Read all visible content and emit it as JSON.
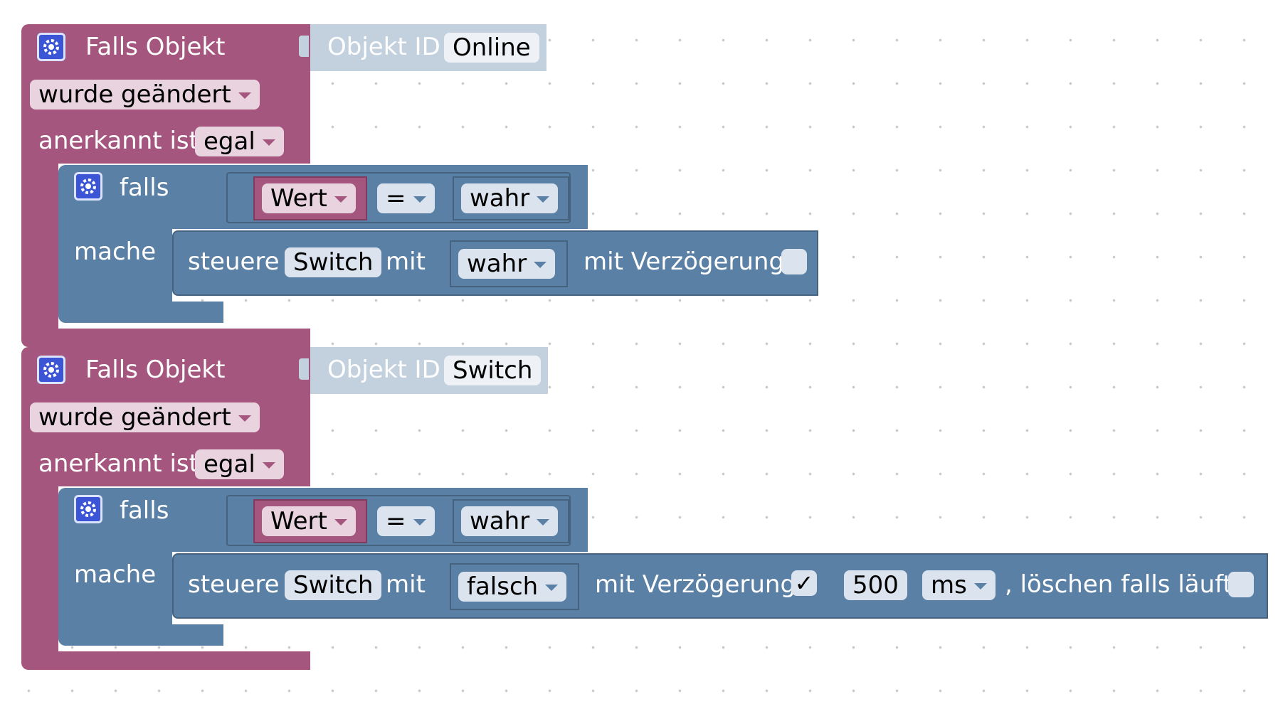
{
  "blocks": [
    {
      "trigger": {
        "label": "Falls Objekt",
        "object_label": "Objekt ID",
        "object_id": "Online",
        "change_option": "wurde geändert",
        "ack_label": "anerkannt ist",
        "ack_option": "egal"
      },
      "if_block": {
        "if_label": "falls",
        "do_label": "mache",
        "compare_left": "Wert",
        "operator": "=",
        "compare_right": "wahr"
      },
      "action": {
        "label": "steuere",
        "target": "Switch",
        "with_label": "mit",
        "value": "wahr",
        "delay_label": "mit Verzögerung",
        "delay_checked": false
      }
    },
    {
      "trigger": {
        "label": "Falls Objekt",
        "object_label": "Objekt ID",
        "object_id": "Switch",
        "change_option": "wurde geändert",
        "ack_label": "anerkannt ist",
        "ack_option": "egal"
      },
      "if_block": {
        "if_label": "falls",
        "do_label": "mache",
        "compare_left": "Wert",
        "operator": "=",
        "compare_right": "wahr"
      },
      "action": {
        "label": "steuere",
        "target": "Switch",
        "with_label": "mit",
        "value": "falsch",
        "delay_label": "mit Verzögerung",
        "delay_checked": true,
        "check_glyph": "✓",
        "delay_value": "500",
        "delay_unit": "ms",
        "clear_label": ", löschen falls läuft",
        "clear_checked": false
      }
    }
  ],
  "colors": {
    "event_block": "#a5567f",
    "logic_block": "#5b80a5",
    "object_id_block": "#c3d1df",
    "gear_icon": "#3b55d6"
  }
}
